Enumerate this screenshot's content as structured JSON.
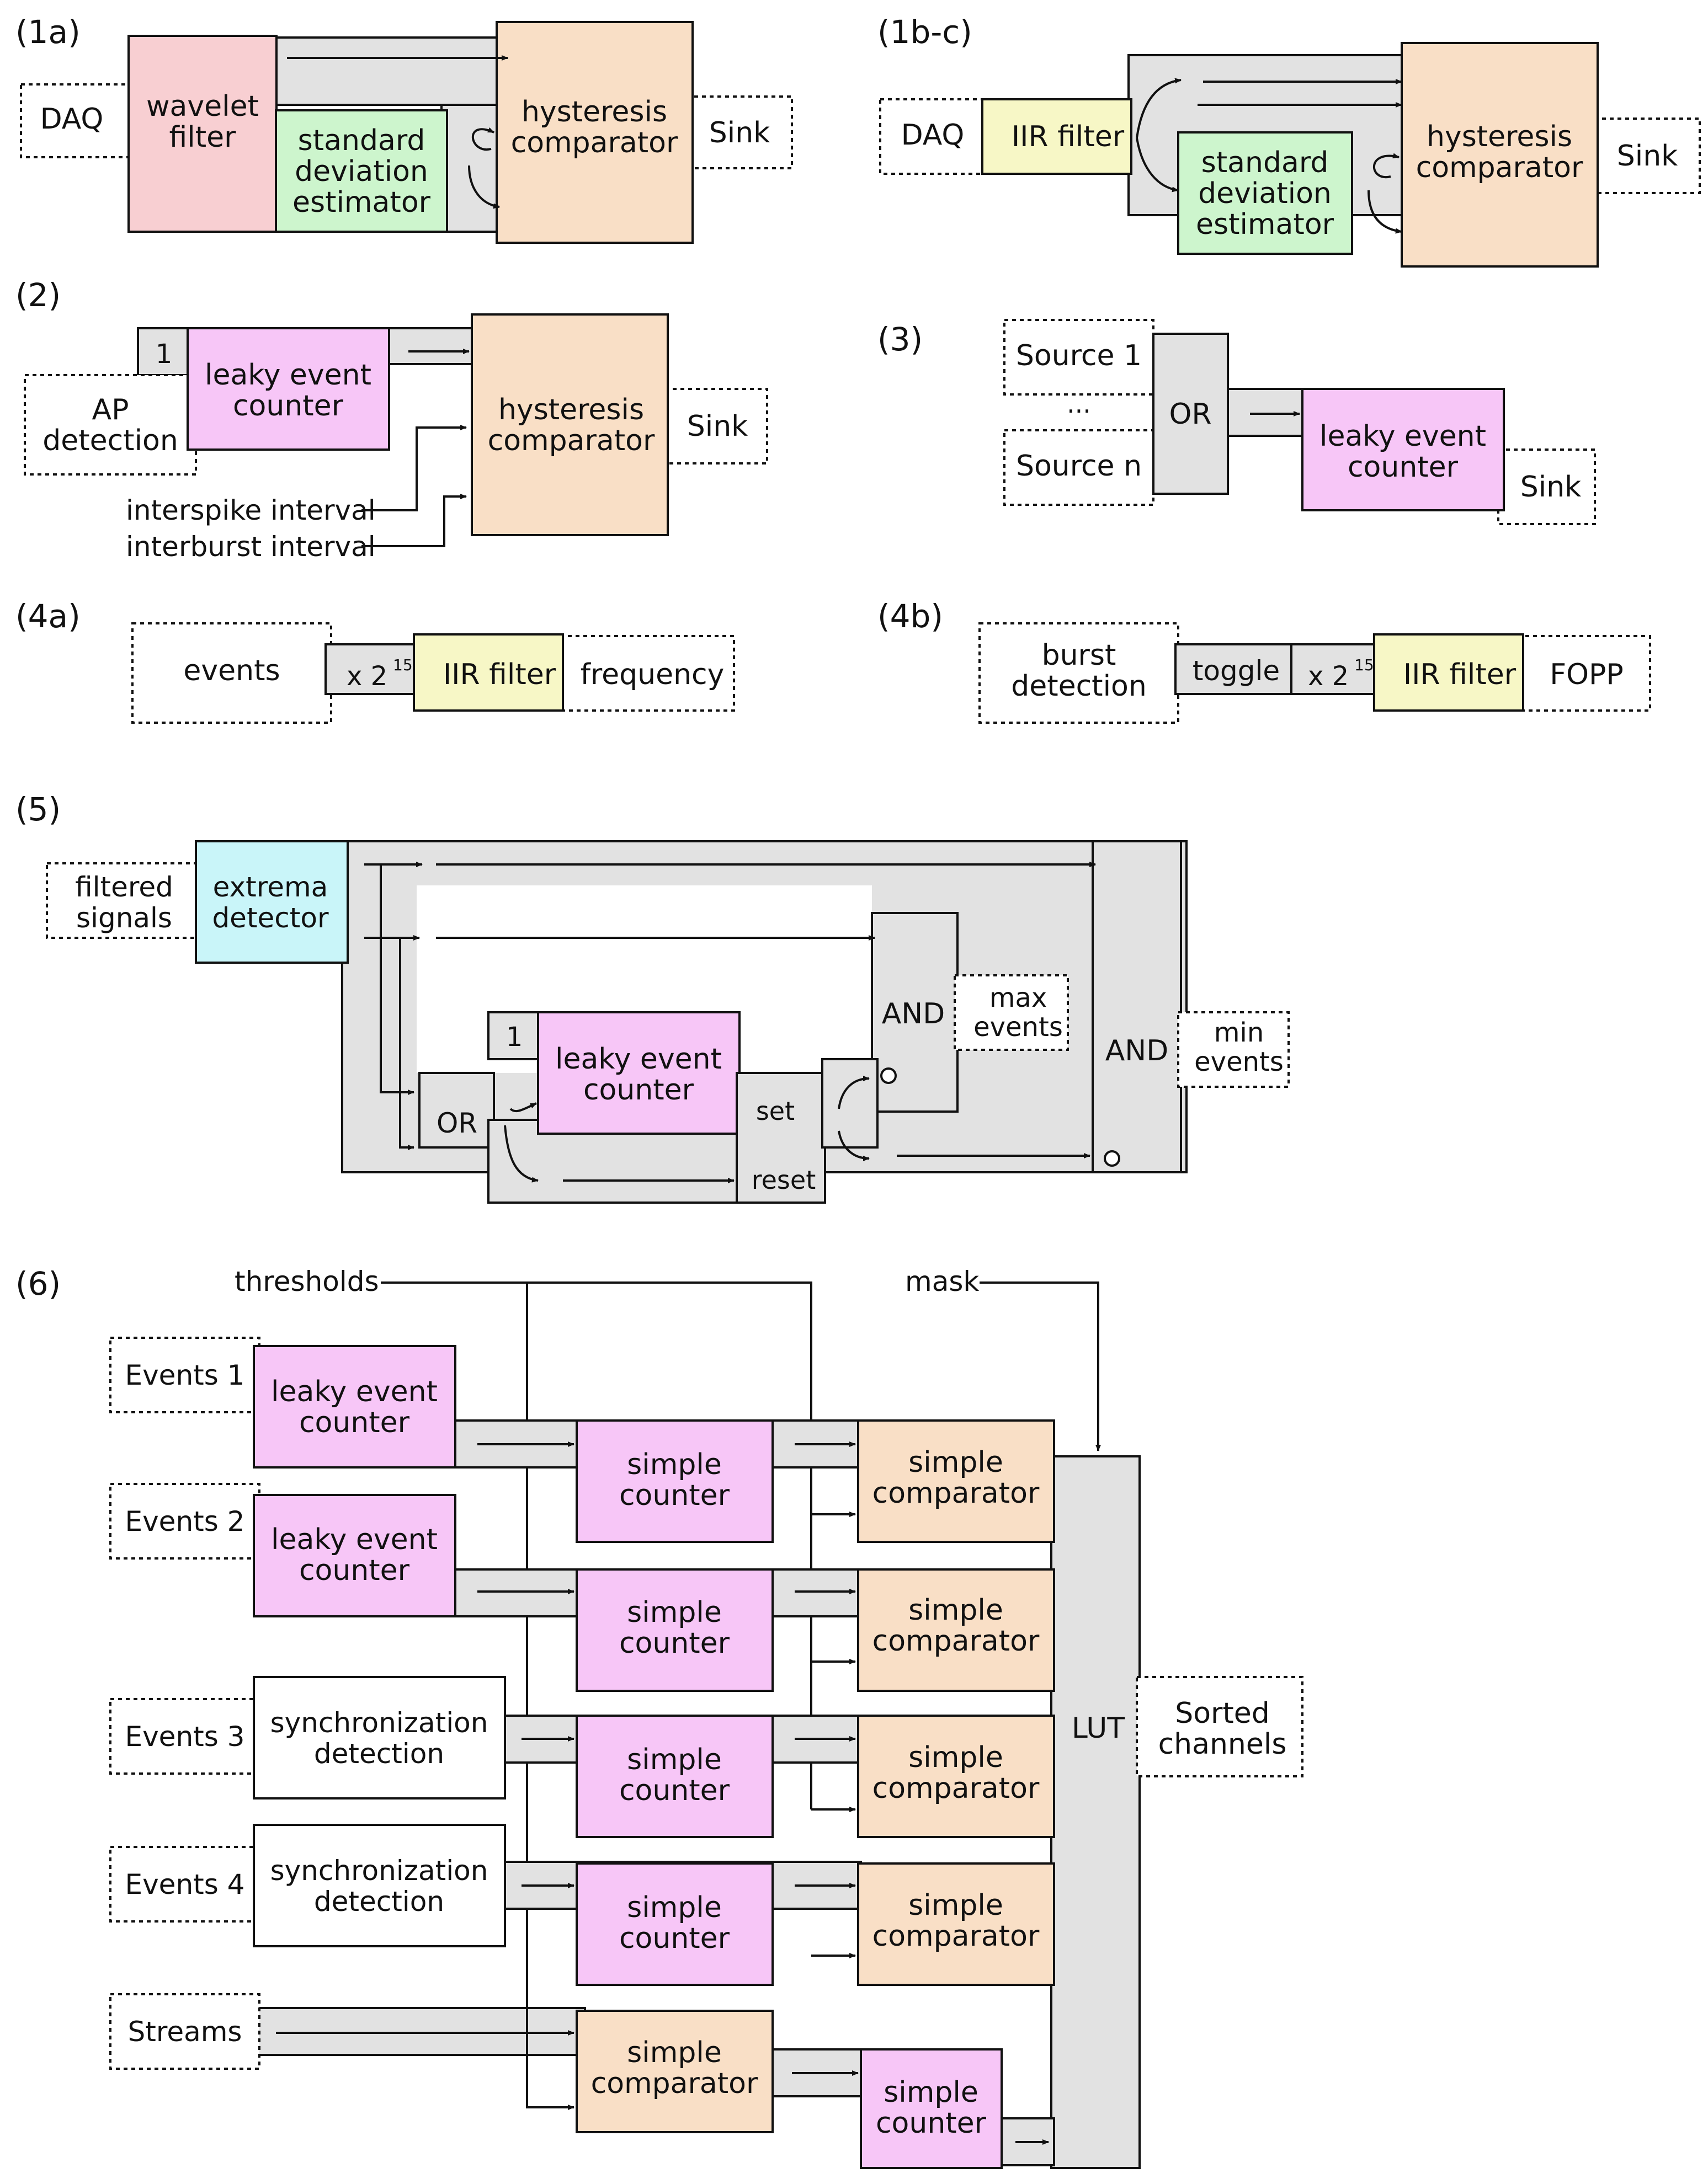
{
  "colors": {
    "pink": "#f8cfd2",
    "green": "#cdf5cd",
    "peach": "#f9dfc6",
    "yellow": "#f7f7c6",
    "magenta": "#f7c6f7",
    "cyan": "#c9f5f9",
    "gray": "#e2e2e2",
    "white": "#ffffff",
    "stroke": "#111111"
  },
  "panel_1a": {
    "label": "(1a)",
    "daq": "DAQ",
    "wavelet": [
      "wavelet",
      "filter"
    ],
    "stddev": [
      "standard",
      "deviation",
      "estimator"
    ],
    "comparator": [
      "hysteresis",
      "comparator"
    ],
    "sink": "Sink"
  },
  "panel_1bc": {
    "label": "(1b-c)",
    "daq": "DAQ",
    "iir": "IIR filter",
    "stddev": [
      "standard",
      "deviation",
      "estimator"
    ],
    "comparator": [
      "hysteresis",
      "comparator"
    ],
    "sink": "Sink"
  },
  "panel_2": {
    "label": "(2)",
    "const": "1",
    "ap": [
      "AP",
      "detection"
    ],
    "counter": [
      "leaky event",
      "counter"
    ],
    "comparator": [
      "hysteresis",
      "comparator"
    ],
    "sink": "Sink",
    "interspike": "interspike interval",
    "interburst": "interburst interval"
  },
  "panel_3": {
    "label": "(3)",
    "source1": "Source 1",
    "dots": "...",
    "sourcen": "Source n",
    "or": "OR",
    "counter": [
      "leaky event",
      "counter"
    ],
    "sink": "Sink"
  },
  "panel_4a": {
    "label": "(4a)",
    "events": "events",
    "mult": "x 2",
    "exp": "15",
    "iir": "IIR filter",
    "frequency": "frequency"
  },
  "panel_4b": {
    "label": "(4b)",
    "burst": [
      "burst",
      "detection"
    ],
    "toggle": "toggle",
    "mult": "x 2",
    "exp": "15",
    "iir": "IIR filter",
    "fopp": "FOPP"
  },
  "panel_5": {
    "label": "(5)",
    "filtered": [
      "filtered",
      "signals"
    ],
    "extrema": [
      "extrema",
      "detector"
    ],
    "const": "1",
    "counter": [
      "leaky event",
      "counter"
    ],
    "or": "OR",
    "set": "set",
    "reset": "reset",
    "and_max": "AND",
    "max_events": [
      "max",
      "events"
    ],
    "and_min": "AND",
    "min_events": [
      "min",
      "events"
    ]
  },
  "panel_6": {
    "label": "(6)",
    "thresholds": "thresholds",
    "mask": "mask",
    "events": [
      "Events 1",
      "Events 2",
      "Events 3",
      "Events 4"
    ],
    "streams": "Streams",
    "leaky": [
      "leaky event",
      "counter"
    ],
    "sync": [
      "synchronization",
      "detection"
    ],
    "simple_counter": [
      "simple",
      "counter"
    ],
    "simple_comparator": [
      "simple",
      "comparator"
    ],
    "lut": "LUT",
    "sorted": [
      "Sorted",
      "channels"
    ]
  }
}
